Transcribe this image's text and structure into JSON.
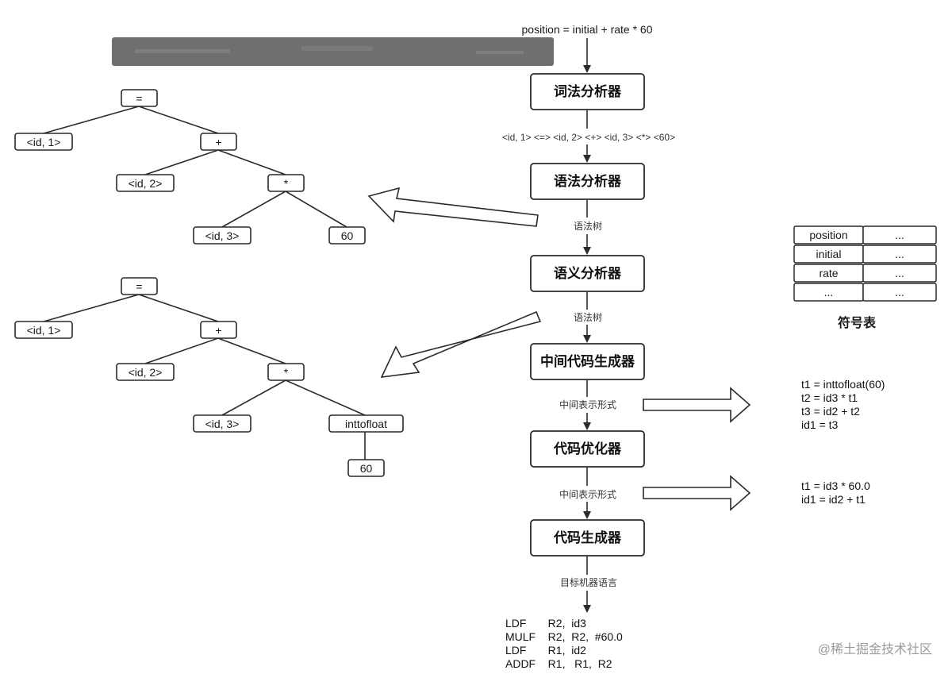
{
  "header": {
    "source_statement": "position = initial + rate * 60"
  },
  "pipeline": {
    "stages": [
      "词法分析器",
      "语法分析器",
      "语义分析器",
      "中间代码生成器",
      "代码优化器",
      "代码生成器"
    ],
    "edge_labels": [
      "<id, 1> <=> <id, 2> <+> <id, 3> <*> <60>",
      "语法树",
      "语法树",
      "中间表示形式",
      "中间表示形式",
      "目标机器语言"
    ]
  },
  "syntax_tree": {
    "root": "=",
    "left": "<id, 1>",
    "plus": "+",
    "plus_left": "<id, 2>",
    "mult": "*",
    "mult_left": "<id, 3>",
    "mult_right": "60"
  },
  "semantic_tree": {
    "root": "=",
    "left": "<id, 1>",
    "plus": "+",
    "plus_left": "<id, 2>",
    "mult": "*",
    "mult_left": "<id, 3>",
    "mult_right": "inttofloat",
    "conv_child": "60"
  },
  "symbol_table": {
    "rows": [
      [
        "position",
        "..."
      ],
      [
        "initial",
        "..."
      ],
      [
        "rate",
        "..."
      ],
      [
        "...",
        "..."
      ]
    ],
    "caption": "符号表"
  },
  "intermediate_code": [
    "t1 = inttofloat(60)",
    "t2 = id3 * t1",
    "t3 = id2 + t2",
    "id1 = t3"
  ],
  "optimized_code": [
    "t1 = id3 * 60.0",
    "id1 = id2 + t1"
  ],
  "target_code": [
    "LDF       R2,  id3",
    "MULF    R2,  R2,  #60.0",
    "LDF       R1,  id2",
    "ADDF    R1,   R1,  R2"
  ],
  "watermark": "@稀土掘金技术社区"
}
